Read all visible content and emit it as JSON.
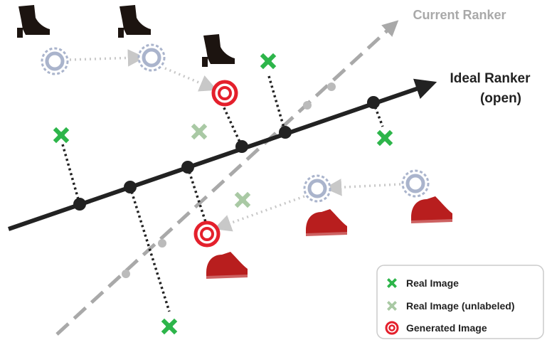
{
  "labels": {
    "current_ranker": "Current Ranker",
    "ideal_ranker_line1": "Ideal Ranker",
    "ideal_ranker_line2": "(open)"
  },
  "legend": {
    "real_image": "Real Image",
    "real_image_unlabeled": "Real Image (unlabeled)",
    "generated_image": "Generated Image"
  },
  "colors": {
    "ideal_axis": "#222222",
    "current_axis": "#a9a9a9",
    "real_green": "#2db54a",
    "unlabeled_green": "#a9c9a4",
    "generated_red": "#e4202c",
    "faded_ring": "#aab4cc",
    "projection_dots": "#bbbbbb",
    "shoe_black": "#1c1410",
    "shoe_red": "#b81e1e"
  },
  "icons": {
    "real": "green-cross-icon",
    "unlabeled": "pale-green-cross-icon",
    "generated": "red-ring-icon",
    "faded": "faded-ring-icon",
    "boot": "boot-icon",
    "sneaker": "sneaker-icon"
  }
}
